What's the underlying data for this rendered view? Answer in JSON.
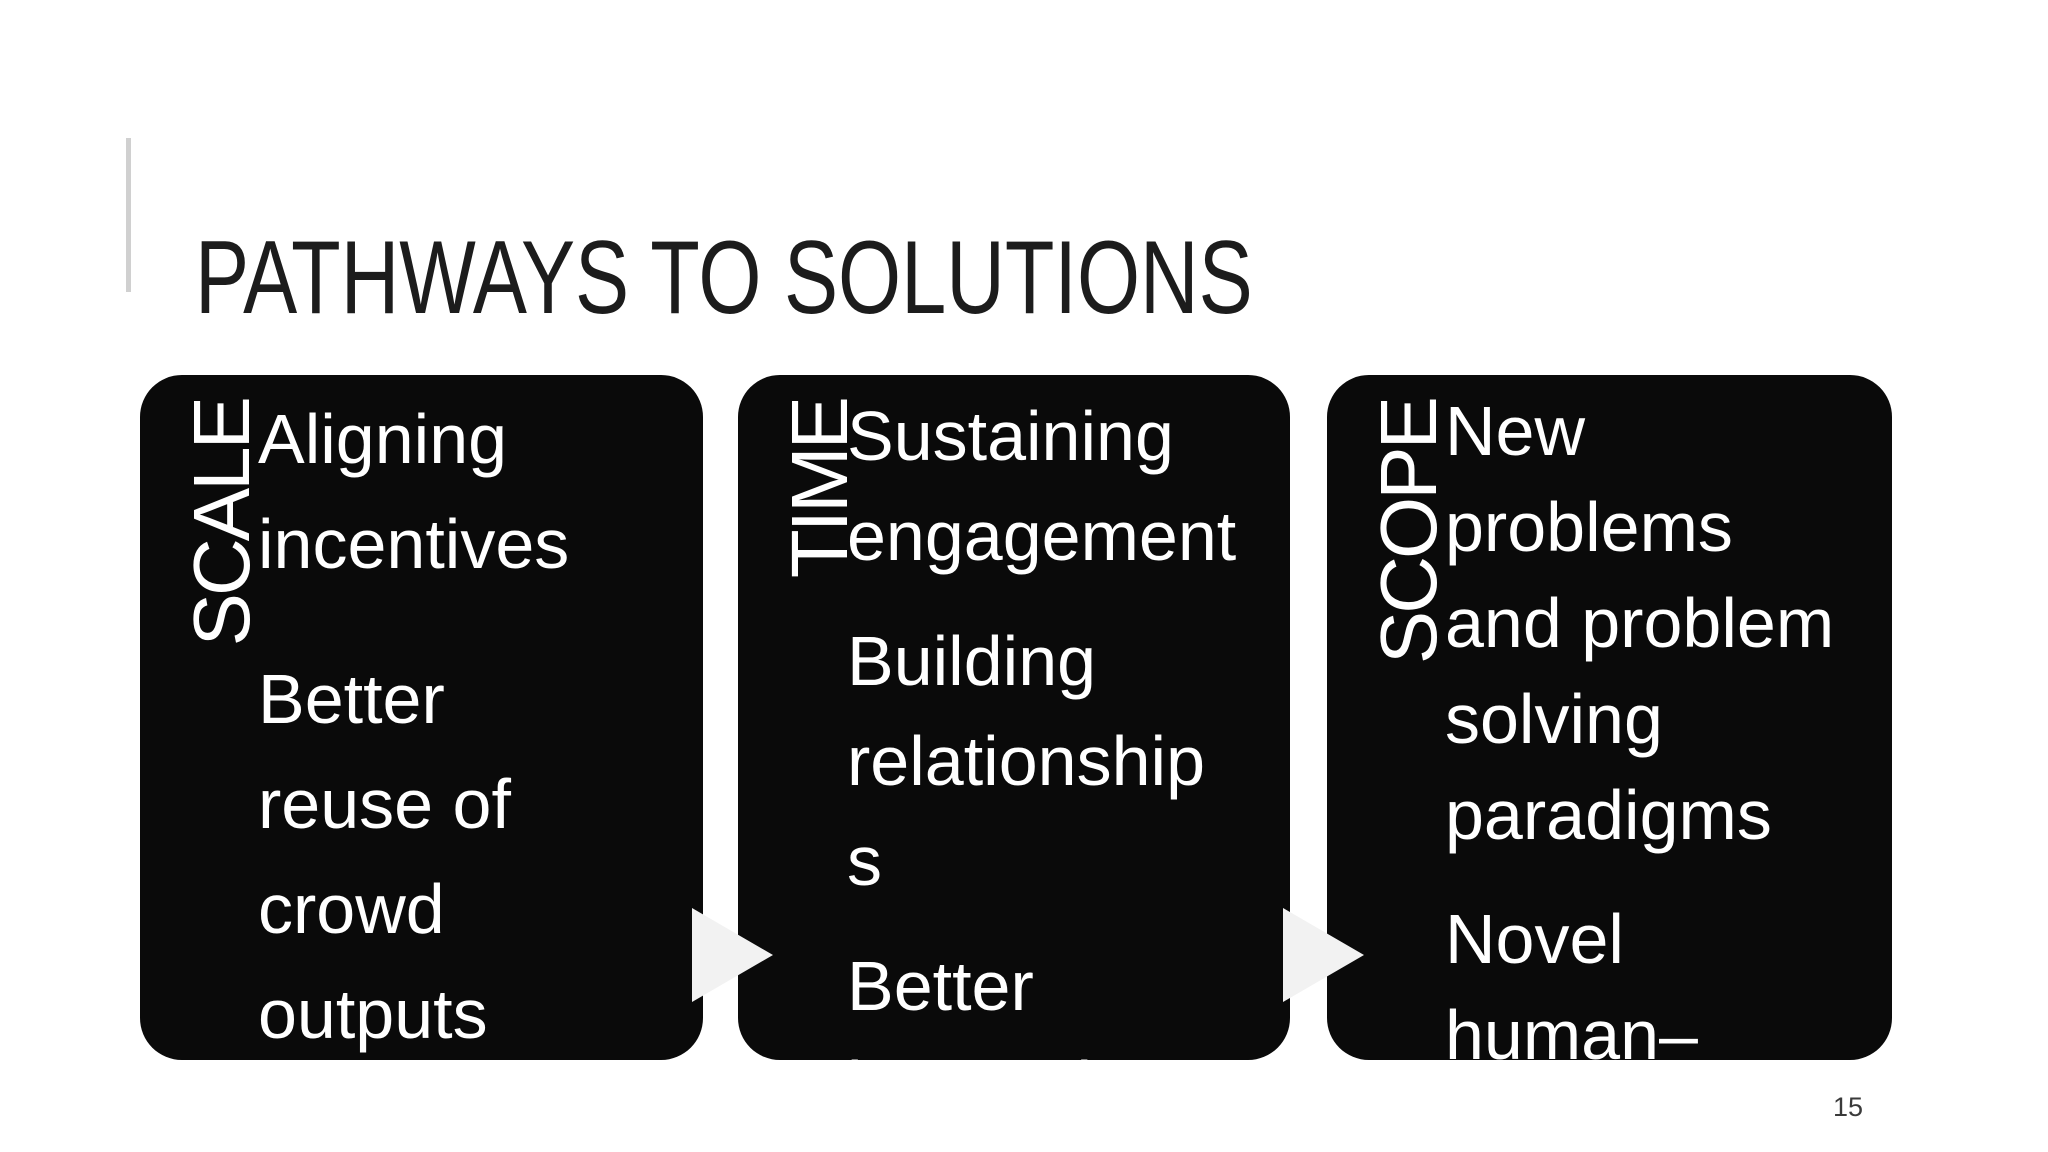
{
  "slide": {
    "title": "PATHWAYS TO SOLUTIONS",
    "page_number": "15",
    "boxes": [
      {
        "label": "SCALE",
        "bullets": [
          {
            "lines": [
              "Aligning",
              "incentives"
            ]
          },
          {
            "lines": [
              "Better",
              "reuse of",
              "crowd",
              "outputs"
            ]
          }
        ]
      },
      {
        "label": "TIME",
        "bullets": [
          {
            "lines": [
              "Sustaining",
              "engagement"
            ]
          },
          {
            "lines": [
              "Building",
              "relationship",
              "s"
            ]
          },
          {
            "lines": [
              "Better",
              "interactions"
            ]
          }
        ]
      },
      {
        "label": "SCOPE",
        "bullets": [
          {
            "lines": [
              "New",
              "problems",
              "and problem",
              "solving",
              "paradigms"
            ]
          },
          {
            "lines": [
              "Novel",
              "human–"
            ]
          }
        ]
      }
    ],
    "icons": [
      {
        "name": "arrow-right-icon"
      },
      {
        "name": "arrow-right-icon"
      }
    ],
    "colors": {
      "box_bg": "#0a0a0a",
      "box_text": "#ffffff",
      "arrow": "#f2f2f2",
      "accent_bar": "#d0d0d0",
      "title": "#1c1c1c"
    }
  }
}
